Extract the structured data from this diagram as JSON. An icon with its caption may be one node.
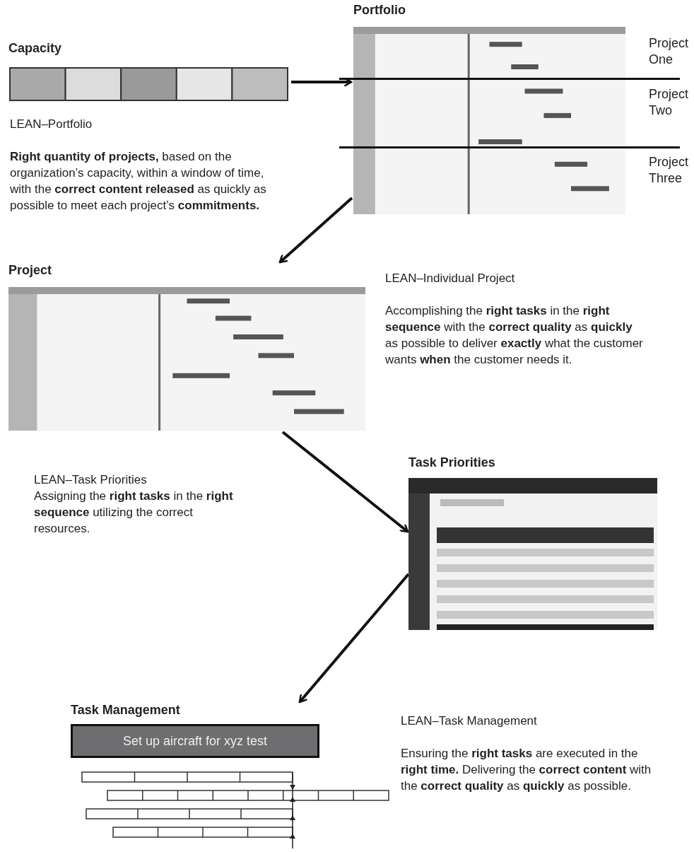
{
  "diagram": {
    "nodes": [
      {
        "text": [
          "Capacity"
        ]
      },
      {
        "text": [
          "Portfolio"
        ]
      },
      {
        "text": [
          "Project"
        ]
      },
      {
        "text": [
          "Task Priorities"
        ]
      },
      {
        "text": [
          "Task Management",
          "Set up aircraft for xyz test"
        ]
      }
    ],
    "edges": [
      {
        "from": 0,
        "to": 1,
        "arrow": "to"
      },
      {
        "from": 1,
        "to": 2,
        "arrow": "to"
      },
      {
        "from": 2,
        "to": 3,
        "arrow": "to"
      },
      {
        "from": 3,
        "to": 4,
        "arrow": "to"
      }
    ],
    "labels": [
      "Project One",
      "Project Two",
      "Project Three",
      "LEAN–Portfolio",
      "**Right quantity of projects,** based on the organization’s capacity, within a window of time, with the **correct content released** as quickly as possible to meet each project’s **commitments.**",
      "LEAN–Individual Project",
      "Accomplishing the **right tasks** in the **right sequence** with the **correct quality** as **quickly** as possible to deliver **exactly** what the customer wants **when** the customer needs it.",
      "LEAN–Task Priorities",
      "Assigning the **right tasks** in the **right sequence** utilizing the correct resources.",
      "LEAN–Task Management",
      "Ensuring the **right tasks** are executed in the **right time.** Delivering the **correct content** with the **correct quality** as **quickly** as possible."
    ]
  }
}
